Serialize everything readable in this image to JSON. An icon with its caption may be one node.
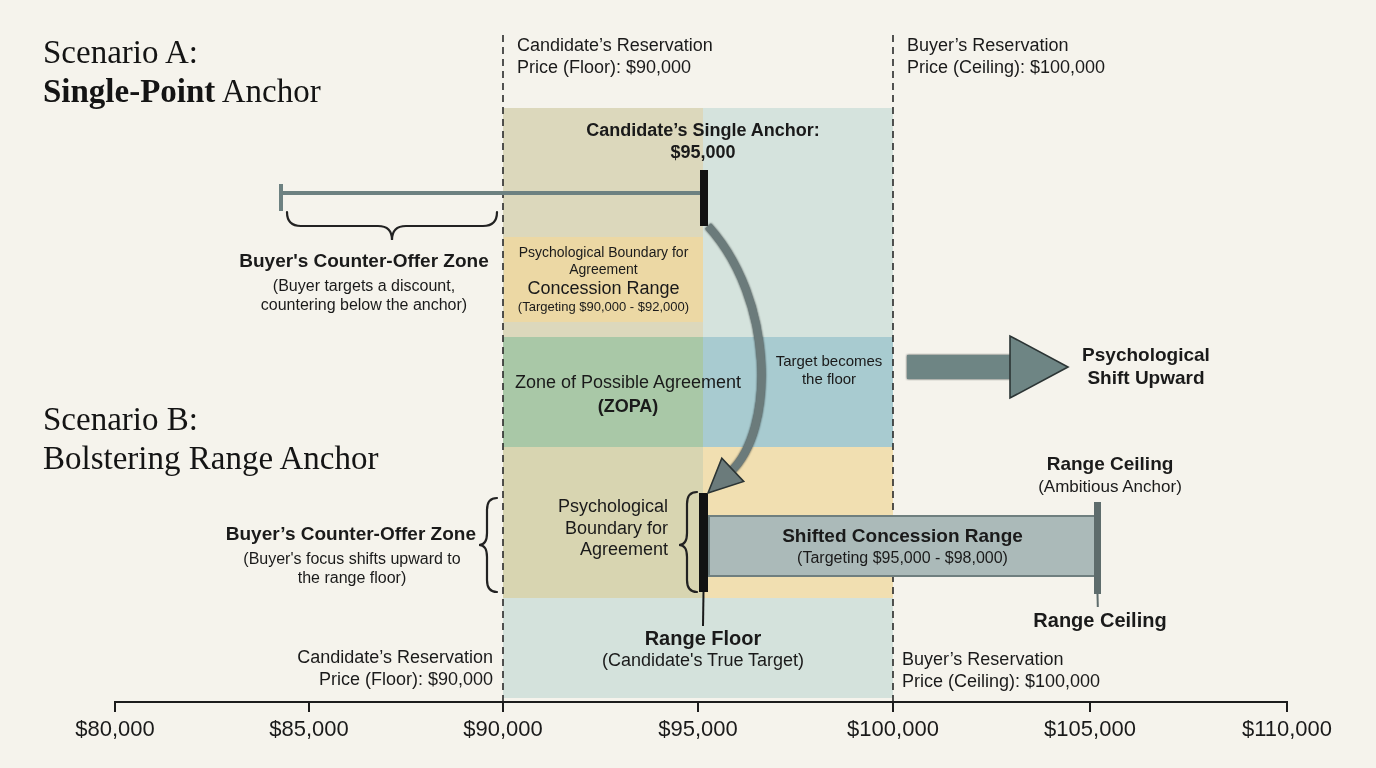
{
  "diagram": {
    "nodes": [
      {
        "text": [],
        "shape": "bar",
        "beside": [
          "Candidate’s Single Anchor: $95,000"
        ]
      },
      {
        "text": [],
        "shape": "bar"
      },
      {
        "text": [
          "Psychological Boundary for Agreement",
          "Concession Range",
          "(Targeting $90,000 - $92,000)"
        ]
      },
      {
        "text": [
          "Psychological Shift Upward"
        ]
      },
      {
        "text": [],
        "shape": "bar"
      },
      {
        "text": [
          "Shifted Concession Range",
          "(Targeting $95,000 - $98,000)"
        ]
      },
      {
        "text": [],
        "shape": "bar",
        "beside": [
          "Range Ceiling",
          "(Ambitious Anchor)"
        ]
      },
      {
        "text": [
          "Range Floor",
          "(Candidate's True Target)"
        ]
      },
      {
        "text": [
          "Range Ceiling"
        ]
      }
    ],
    "edges": [
      {
        "from": 0,
        "to": 4,
        "arrow": "to",
        "label": "Target becomes the floor",
        "style": "thick",
        "color": "#6b7b7b"
      },
      {
        "from": null,
        "to": 3,
        "arrow": "to",
        "style": "thick",
        "color": "#6e8584"
      },
      {
        "from": 7,
        "to": 4,
        "arrow": "none",
        "color": "#1a1a1a"
      },
      {
        "from": 8,
        "to": 6,
        "arrow": "none",
        "color": "#5e6c6c"
      }
    ],
    "labels": [
      "Scenario A: **Single-Point** Anchor",
      "Candidate’s Reservation Price (Floor): $90,000",
      "Buyer’s Reservation Price (Ceiling): $100,000",
      "Buyer's Counter-Offer Zone",
      "(Buyer targets a discount, countering below the anchor)",
      "Zone of Possible Agreement",
      "(ZOPA)",
      "Scenario B: Bolstering Range Anchor",
      "Buyer’s Counter-Offer Zone",
      "(Buyer's focus shifts upward to the range floor)",
      "Psychological Boundary for Agreement",
      "Candidate’s Reservation Price (Floor): $90,000",
      "Buyer’s Reservation Price (Ceiling): $100,000",
      "$80,000",
      "$85,000",
      "$90,000",
      "$95,000",
      "$100,000",
      "$105,000",
      "$110,000"
    ]
  }
}
